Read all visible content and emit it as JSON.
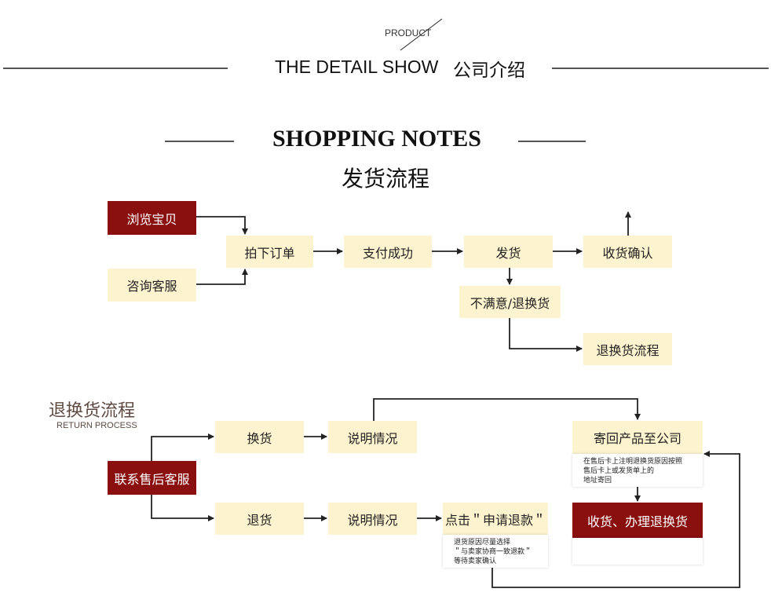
{
  "header": {
    "product": "PRODUCT",
    "detail_show": "THE DETAIL SHOW",
    "company_intro": "公司介绍"
  },
  "shopping_notes": {
    "title": "SHOPPING NOTES",
    "subtitle": "发货流程"
  },
  "shipping_flow": {
    "browse": "浏览宝贝",
    "consult": "咨询客服",
    "order": "拍下订单",
    "pay": "支付成功",
    "ship": "发货",
    "confirm": "收货确认",
    "unsatisfied": "不满意/退换货",
    "return_process_link": "退换货流程"
  },
  "return_section": {
    "title": "退换货流程",
    "subtitle": "RETURN PROCESS"
  },
  "return_flow": {
    "contact": "联系售后客服",
    "exchange": "换货",
    "explain_1": "说明情况",
    "refund": "退货",
    "explain_2": "说明情况",
    "apply": "点击＂申请退款＂",
    "apply_note_1": "退货原因尽量选择",
    "apply_note_2": "＂与卖家协商一致退款＂",
    "apply_note_3": "等待卖家确认",
    "send_back": "寄回产品至公司",
    "send_note_1": "在售后卡上注明退换货原因按照",
    "send_note_2": "售后卡上或发货单上的",
    "send_note_3": "地址寄回",
    "receive": "收货、办理退换货"
  },
  "colors": {
    "cream": "#fdf4cf",
    "dark_red": "#8a0f0f",
    "line": "#222222"
  }
}
